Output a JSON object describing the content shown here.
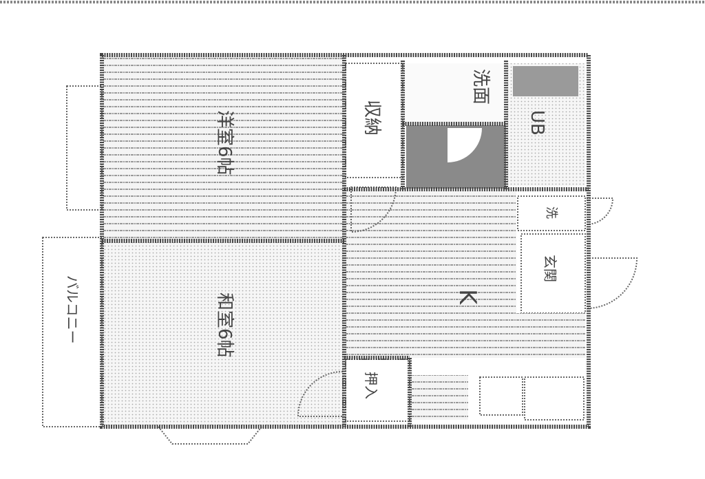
{
  "floorplan": {
    "rooms": {
      "western_room": "洋室6帖",
      "japanese_room": "和室6帖",
      "storage": "収納",
      "washroom": "洗面",
      "bath": "UB",
      "laundry": "洗",
      "entrance": "玄関",
      "kitchen": "K",
      "closet": "押入",
      "balcony": "バルコニー"
    },
    "colors": {
      "wall": "#444444",
      "floor_gray": "#e4e4e4",
      "dark_gray": "#8a8a8a"
    }
  }
}
